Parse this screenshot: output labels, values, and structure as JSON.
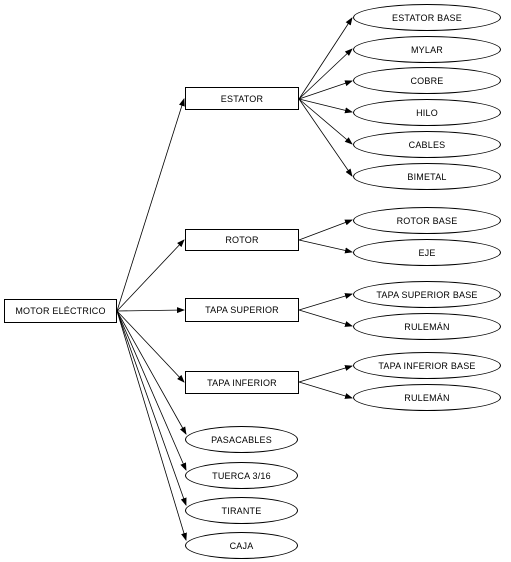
{
  "diagram": {
    "root": {
      "id": "motor",
      "label": "MOTOR ELÉCTRICO"
    },
    "components": [
      {
        "id": "estator",
        "label": "ESTATOR",
        "shape": "rect",
        "parts": [
          {
            "id": "estator-base",
            "label": "ESTATOR BASE"
          },
          {
            "id": "mylar",
            "label": "MYLAR"
          },
          {
            "id": "cobre",
            "label": "COBRE"
          },
          {
            "id": "hilo",
            "label": "HILO"
          },
          {
            "id": "cables",
            "label": "CABLES"
          },
          {
            "id": "bimetal",
            "label": "BIMETAL"
          }
        ]
      },
      {
        "id": "rotor",
        "label": "ROTOR",
        "shape": "rect",
        "parts": [
          {
            "id": "rotor-base",
            "label": "ROTOR BASE"
          },
          {
            "id": "eje",
            "label": "EJE"
          }
        ]
      },
      {
        "id": "tapa-superior",
        "label": "TAPA SUPERIOR",
        "shape": "rect",
        "parts": [
          {
            "id": "tapa-superior-base",
            "label": "TAPA SUPERIOR BASE"
          },
          {
            "id": "ruleman-sup",
            "label": "RULEMÁN"
          }
        ]
      },
      {
        "id": "tapa-inferior",
        "label": "TAPA INFERIOR",
        "shape": "rect",
        "parts": [
          {
            "id": "tapa-inferior-base",
            "label": "TAPA INFERIOR BASE"
          },
          {
            "id": "ruleman-inf",
            "label": "RULEMÁN"
          }
        ]
      },
      {
        "id": "pasacables",
        "label": "PASACABLES",
        "shape": "ellipse",
        "parts": []
      },
      {
        "id": "tuerca",
        "label": "TUERCA 3/16",
        "shape": "ellipse",
        "parts": []
      },
      {
        "id": "tirante",
        "label": "TIRANTE",
        "shape": "ellipse",
        "parts": []
      },
      {
        "id": "caja",
        "label": "CAJA",
        "shape": "ellipse",
        "parts": []
      }
    ]
  }
}
